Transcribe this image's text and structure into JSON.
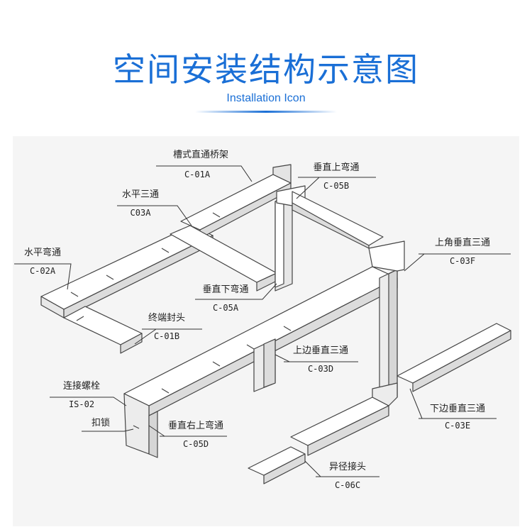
{
  "header": {
    "title": "空间安装结构示意图",
    "subtitle": "Installation Icon"
  },
  "labels": [
    {
      "id": "l1",
      "name": "槽式直通桥架",
      "code": "C-01A"
    },
    {
      "id": "l2",
      "name": "垂直上弯通",
      "code": "C-05B"
    },
    {
      "id": "l3",
      "name": "水平三通",
      "code": "C03A"
    },
    {
      "id": "l4",
      "name": "上角垂直三通",
      "code": "C-03F"
    },
    {
      "id": "l5",
      "name": "水平弯通",
      "code": "C-02A"
    },
    {
      "id": "l6",
      "name": "垂直下弯通",
      "code": "C-05A"
    },
    {
      "id": "l7",
      "name": "终端封头",
      "code": "C-01B"
    },
    {
      "id": "l8",
      "name": "上边垂直三通",
      "code": "C-03D"
    },
    {
      "id": "l9",
      "name": "连接螺栓",
      "code": "IS-02"
    },
    {
      "id": "l10",
      "name": "扣锁",
      "code": ""
    },
    {
      "id": "l11",
      "name": "垂直右上弯通",
      "code": "C-05D"
    },
    {
      "id": "l12",
      "name": "下边垂直三通",
      "code": "C-03E"
    },
    {
      "id": "l13",
      "name": "异径接头",
      "code": "C-06C"
    }
  ]
}
